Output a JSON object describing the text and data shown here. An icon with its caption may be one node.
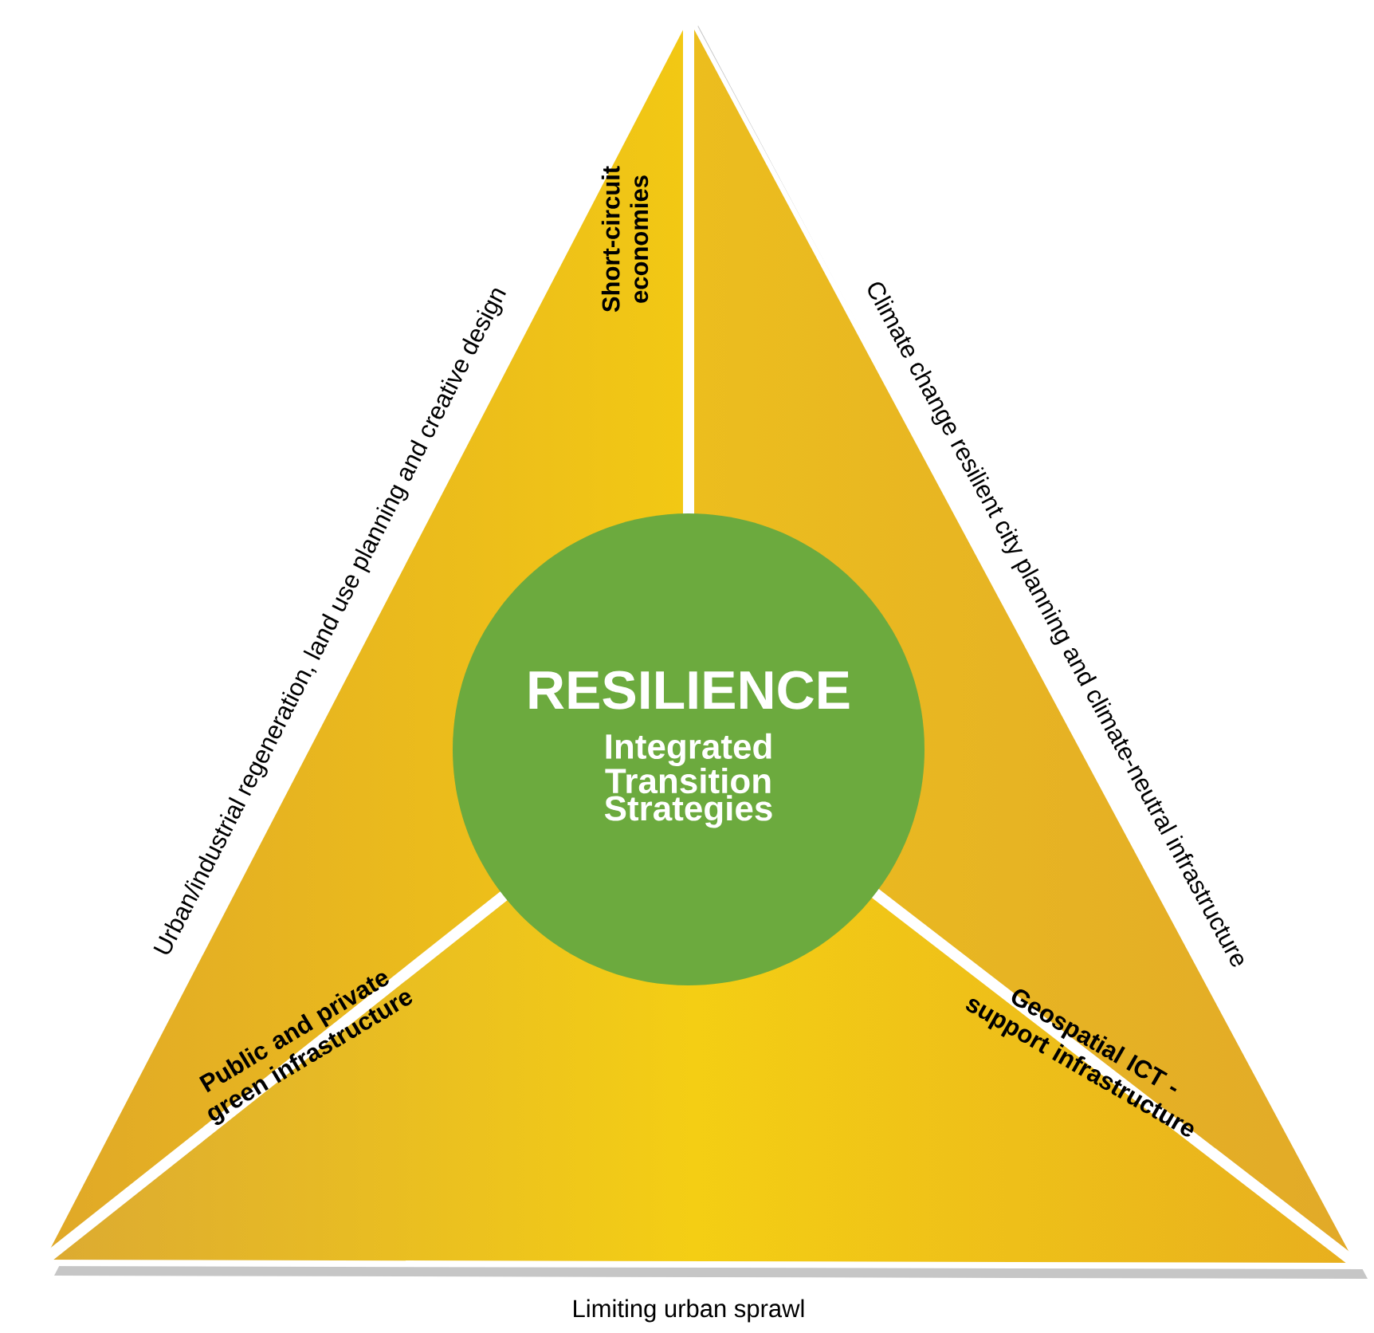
{
  "diagram": {
    "nodes": [
      {
        "text": [
          "RESILIENCE",
          "Integrated Transition Strategies"
        ]
      }
    ],
    "labels": [
      "Urban/industrial regeneration, land use planning and creative design",
      "Short-circuit economies",
      "Climate change resilient city planning and climate-neutral infrastructure",
      "Public and private green infrastructure",
      "Geospatial ICT - support infrastructure",
      "Limiting urban sprawl"
    ]
  }
}
